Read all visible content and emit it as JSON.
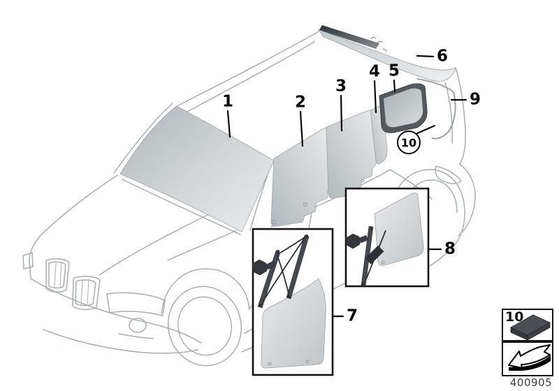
{
  "diagram": {
    "callouts": [
      {
        "label": "1"
      },
      {
        "label": "2"
      },
      {
        "label": "3"
      },
      {
        "label": "4"
      },
      {
        "label": "5"
      },
      {
        "label": "6"
      },
      {
        "label": "7"
      },
      {
        "label": "8"
      },
      {
        "label": "9"
      }
    ],
    "circled_callout": {
      "label": "10"
    },
    "legend": {
      "item_number": "10",
      "icons": [
        "gasket-block-icon",
        "direction-arrow-icon"
      ]
    },
    "footer": {
      "part_number": "400905"
    },
    "colors": {
      "outline_gray": "#a6adb1",
      "glass_dark": "#b3b9bd",
      "glass_light": "#eceeef",
      "dark_part": "#33383c",
      "label_black": "#060606"
    }
  }
}
